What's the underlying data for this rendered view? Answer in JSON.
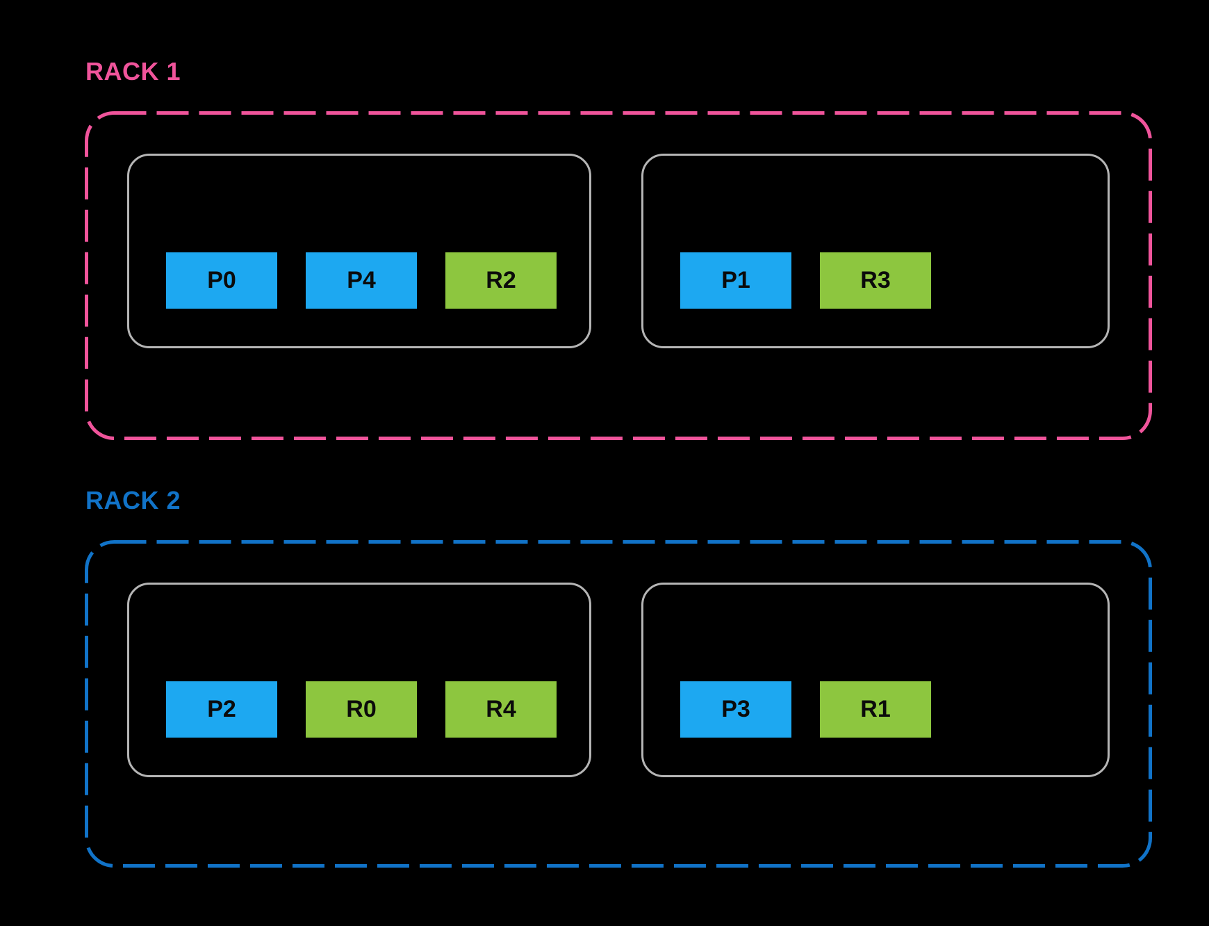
{
  "diagram": {
    "background": "#000000",
    "colors": {
      "primary_chip": "#1DA8F1",
      "replica_chip": "#8DC63F",
      "host_border": "#B5B5B5",
      "chip_text": "#0B0B0B",
      "rack1_accent": "#F0549B",
      "rack2_accent": "#1173C8"
    },
    "racks": [
      {
        "label": "RACK 1",
        "accent": "#F0549B",
        "hosts": [
          {
            "chips": [
              {
                "label": "P0",
                "role": "primary",
                "color": "#1DA8F1"
              },
              {
                "label": "P4",
                "role": "primary",
                "color": "#1DA8F1"
              },
              {
                "label": "R2",
                "role": "replica",
                "color": "#8DC63F"
              }
            ]
          },
          {
            "chips": [
              {
                "label": "P1",
                "role": "primary",
                "color": "#1DA8F1"
              },
              {
                "label": "R3",
                "role": "replica",
                "color": "#8DC63F"
              }
            ]
          }
        ]
      },
      {
        "label": "RACK 2",
        "accent": "#1173C8",
        "hosts": [
          {
            "chips": [
              {
                "label": "P2",
                "role": "primary",
                "color": "#1DA8F1"
              },
              {
                "label": "R0",
                "role": "replica",
                "color": "#8DC63F"
              },
              {
                "label": "R4",
                "role": "replica",
                "color": "#8DC63F"
              }
            ]
          },
          {
            "chips": [
              {
                "label": "P3",
                "role": "primary",
                "color": "#1DA8F1"
              },
              {
                "label": "R1",
                "role": "replica",
                "color": "#8DC63F"
              }
            ]
          }
        ]
      }
    ]
  }
}
